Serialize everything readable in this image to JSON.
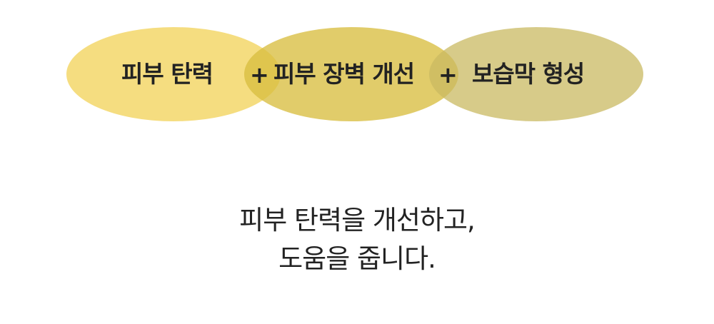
{
  "venn": {
    "items": [
      {
        "label": "피부 탄력",
        "color": "#F2D460"
      },
      {
        "label": "피부 장벽 개선",
        "color": "#D8BE40"
      },
      {
        "label": "보습막 형성",
        "color": "#CABA62"
      }
    ],
    "separators": [
      "+",
      "+"
    ]
  },
  "caption": {
    "line1": "피부 탄력을 개선하고,",
    "line2": "도움을 줍니다."
  }
}
